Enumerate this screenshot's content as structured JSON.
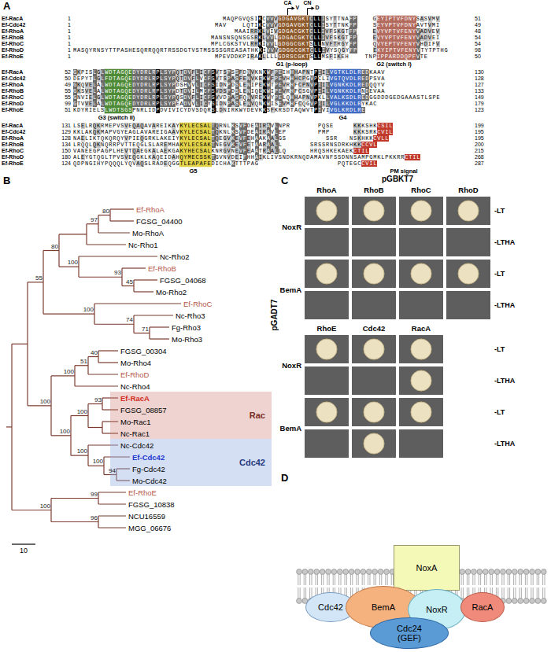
{
  "diagram": {
    "nodes": [
      {
        "text": [
          "Rac"
        ]
      },
      {
        "text": [
          "Cdc42"
        ]
      },
      {
        "text": [
          "NoxA"
        ]
      },
      {
        "text": [
          "Cdc42"
        ]
      },
      {
        "text": [
          "BemA"
        ]
      },
      {
        "text": [
          "NoxR"
        ]
      },
      {
        "text": [
          "RacA"
        ]
      },
      {
        "text": [
          "Cdc24 (GEF)"
        ]
      }
    ],
    "labels": [
      "A",
      "CA",
      "V",
      "CN",
      "D",
      "Ef-RacA",
      "1",
      "MAQPGVQSIKCVVVGDGAVGKTCLLISYTTNAFP    GEYIPTVFDNYSASVMV",
      "51",
      "Ef-Cdc42",
      "1",
      "MAV    LQTIKCVVVGDGAVGKTCLLISYTTNKFP    SEYVPTVFDNYAVTVMI",
      "49",
      "Ef-RhoA",
      "1",
      "MAAIRRKLVIVGDGACGKTCLLIVFSKGTFP    EVYVPTVFENYVADVEV",
      "48",
      "Ef-RhoB",
      "1",
      "MANSNSQNSGSRKLVVLGDGACGKTCLLIVFSKGTFP    EVYVPTVFENYVADVEI",
      "54",
      "Ef-RhoC",
      "1",
      "MPLCGKSTVLRRKIVVLGDGGCGKTSLLNVFTRGYFP    QVYEPTVFENYVHDIFV",
      "54",
      "Ef-RhoD",
      "1",
      "MASQYRNSYTTPASHESQRRQQRTRSSDGTVSTMSSSSGREASATHKKIVVVGDGGCGKTCLLIVYSQGYFP    EKYIPTVFENYVTYTPTHG",
      "98",
      "Ef-RhoE",
      "1",
      "MPEVDDKPIRAKLLLLGDRSCGKTSLLMSFIKEH    TNPIPPARDDQPFVTE",
      "50",
      "G1 (p-loop)",
      "G2 (switch I)",
      "Ef-RacA",
      "52",
      "GKPISLGLWDTAGQEDYDRLRPLSYPQTDVFLICFSVTSPSSFDNVKNKWFPEIHHHAPNTPIILVGTKLDLREDKAAV",
      "130",
      "Ef-Cdc42",
      "50",
      "DEPYTLGLFDTAGQEDYDRLRPLSYPQTDVFLVCFSVTSPASFENVKEKWFPEVHHHCPGVPCLIVGTQVDLREDPSVA",
      "128",
      "Ef-RhoA",
      "49",
      "GKQVELALWDTAGQEDYDRLRPLSYPDSHVVLICFSIDNPDSLENIPEKWTPEVRHFCPNVPIILVGNKKDLREDQQYV",
      "127",
      "Ef-RhoB",
      "55",
      "GKSVELALWDTAGQEDYDRLRPLSYPDTDVILMCFSVDSPDSLENIQEKWIPEVRHFCSGVPIILVGNKKDLRNDEVAA",
      "133",
      "Ef-RhoC",
      "55",
      "GNVIELGLWDTAGQEDYDRLRPLSYPQSDVFLICFSVVDPASFQNVREKWYPELQHHAPNVPKLLVALKSDLREDGGDDDGEDGAAASTLSPE",
      "149",
      "Ef-RhoD",
      "99",
      "GTVVELALWDTAGQEDYDRLRPLSYPEADVVLICYSIDNPASLENVQNKWISEVMHFCQGVPIILVGLKKDLRYKAC",
      "179",
      "Ef-RhoE",
      "51",
      "KDYRIELSLWDTSGSPNRLIDPDVIVICYDVSDQRSLDNIRKWYDEVKKSFKRSDTAQWVTPIVIVGLKRDLRE",
      "123",
      "G3 (switch II)",
      "G4",
      "Ef-RacA",
      "131",
      "LSELRQKRMEPVSVEQAQAVAREIKAYKYLECSALTQRNLKSVFDEAIRAVLNPR       PQSE     KKKSHKCSIL",
      "199",
      "Ef-Cdc42",
      "129",
      "KKLAKQKMAPVGYEAGLAVAREIGAAVKYLECSALTQKNLKSVFDEAIRAVLEP        PMP      KKKSRKCVIL",
      "195",
      "Ef-RhoA",
      "128",
      "NAELIKTQKQRQYVPIEQGRKLAKEIYKYLECSALTQEGVKEVFEHAAKAALGS          SSR   NSKHKKCVLL",
      "195",
      "Ef-RhoB",
      "134",
      "LRQQLQKNQRRPVTTEQGLSLAREMHAKYLECSAKTNEGVKEVFETAARAALL       SRSSRNSDRKHKKCCVL",
      "200",
      "Ef-RhoC",
      "150",
      "VANEEGPAGPLHEVTQAEGKALAEKGAKYHECSALKNRGVNEVFEAATRAALLQ      HRQSHKEKAEKCTIL",
      "215",
      "Ef-RhoD",
      "180",
      "ALEYGTQGLTPVSVEQGKLKAQEIDAHQYMECSSKTGVNVDEIFHHAIKLIVSNDKRNQDAMAVNFSSDNNSAMPGMKLPKKRRCTIL",
      "268",
      "Ef-RhoE",
      "124",
      "QDPNGIHYPQQQLYQVAQSLRADEQGGTLEAPAFEDICHAKTTTPAG                    PQTEGCCVIL",
      "287",
      "G5",
      "PM signal",
      "B",
      "Ef-RhoA",
      "FGSG_04400",
      "Mo-RhoA",
      "Nc-Rho1",
      "Nc-Rho2",
      "Ef-RhoB",
      "FGSG_04068",
      "Mo-Rho2",
      "Ef-RhoC",
      "Nc-Rho3",
      "Fg-Rho3",
      "Mo-Rho3",
      "FGSG_00304",
      "Mo-Rho4",
      "Ef-RhoD",
      "Nc-Rho4",
      "Ef-RacA",
      "FGSG_08857",
      "Mo-Rac1",
      "Nc-Rac1",
      "Nc-Cdc42",
      "Ef-Cdc42",
      "Fg-Cdc42",
      "Mo-Cdc42",
      "Ef-RhoE",
      "FGSG_10838",
      "NCU16559",
      "MGG_06676",
      "80",
      "97",
      "80",
      "55",
      "100",
      "93",
      "45",
      "100",
      "74",
      "71",
      "100",
      "40",
      "51",
      "100",
      "93",
      "100",
      "100",
      "100",
      "100",
      "94",
      "99",
      "100",
      "96",
      "10",
      "C",
      "pGBKT7",
      "RhoA",
      "RhoB",
      "RhoC",
      "RhoD",
      "pGADT7",
      "NoxR",
      "-LT",
      "-LTHA",
      "BemA",
      "-LT",
      "-LTHA",
      "RhoE",
      "Cdc42",
      "RacA",
      "NoxR",
      "-LT",
      "-LTHA",
      "BemA",
      "-LT",
      "-LTHA",
      "D"
    ]
  }
}
